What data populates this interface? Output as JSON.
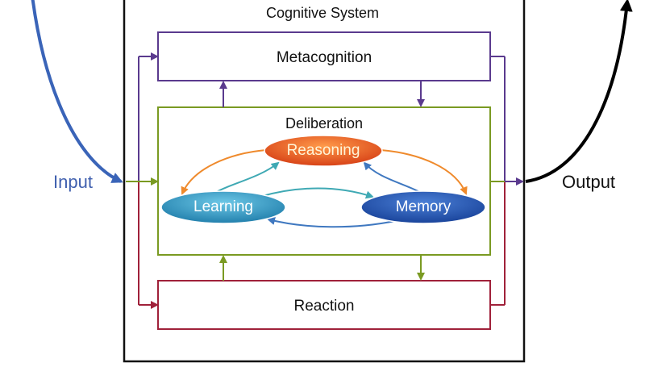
{
  "system": {
    "title": "Cognitive System"
  },
  "modules": {
    "metacognition": "Metacognition",
    "deliberation": "Deliberation",
    "reaction": "Reaction"
  },
  "processes": {
    "reasoning": "Reasoning",
    "learning": "Learning",
    "memory": "Memory"
  },
  "io": {
    "input": "Input",
    "output": "Output"
  },
  "colors": {
    "input_arrow": "#3a64b8",
    "metacognition_arrows": "#5a3a8e",
    "deliberation_arrows": "#7a9a22",
    "reaction_arrows": "#a0213a",
    "output_arrow": "#000000",
    "reasoning_node": "#e8501a",
    "learning_node": "#2a8fb8",
    "memory_node": "#1f4fa8",
    "orange_flow": "#ef8a2c",
    "teal_flow": "#3fa9b4",
    "blue_flow": "#3f78c0"
  }
}
